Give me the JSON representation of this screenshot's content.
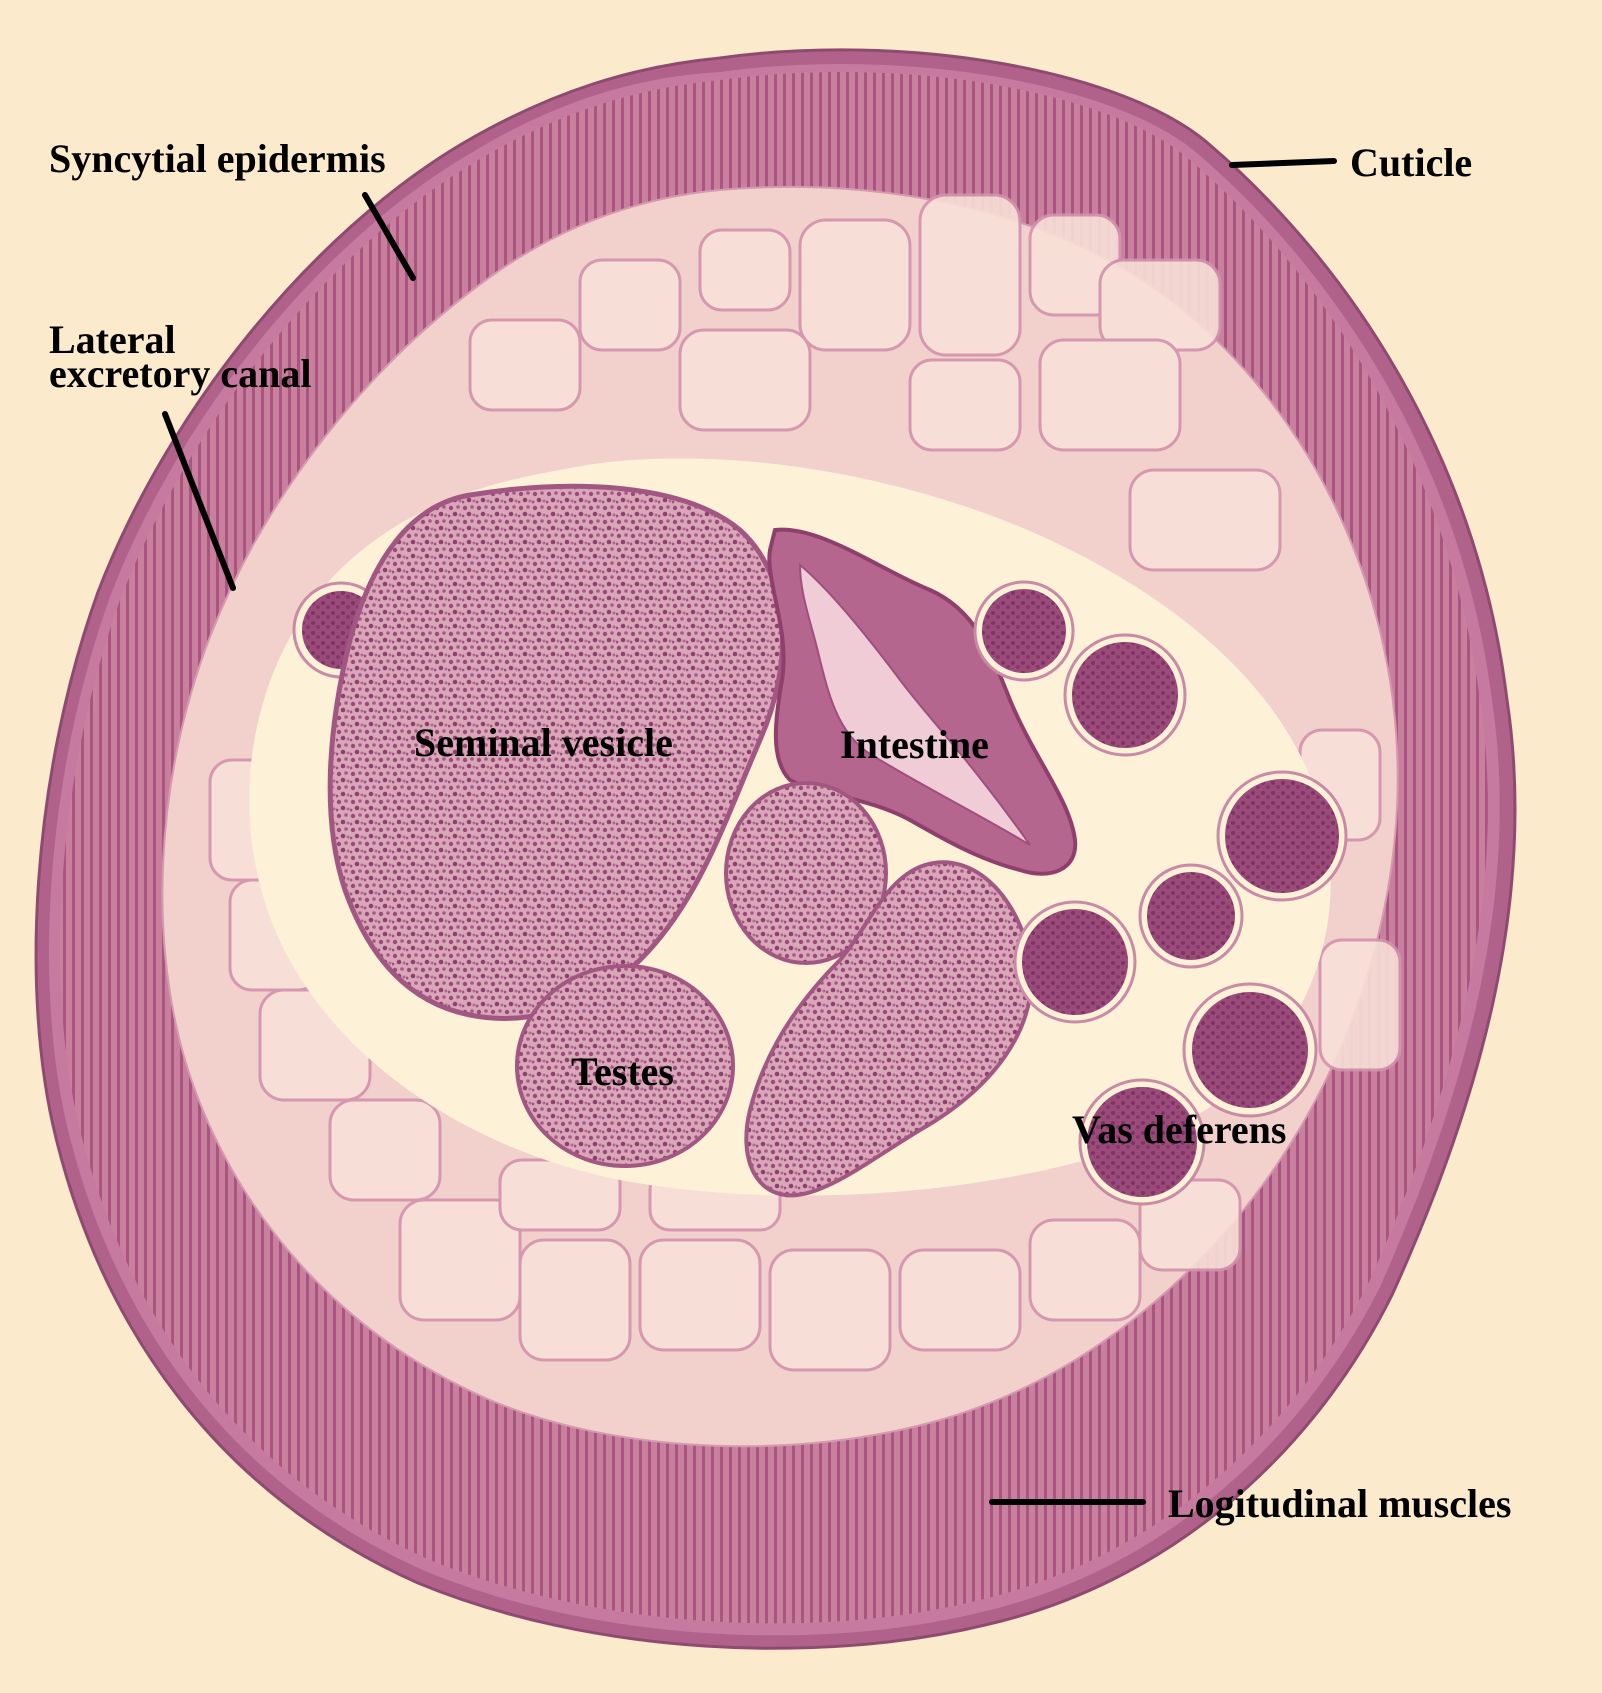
{
  "image": {
    "subject": "micrograph-cross-section",
    "colors": {
      "background": "#fbeacb",
      "cuticle": "#b0628a",
      "muscle": "#c5789c",
      "tissue": "#f3d5cf",
      "cavity": "#fdf0d6",
      "dense_tissue": "#94426f",
      "leader_line": "#000000"
    }
  },
  "labels": {
    "syncytial_epidermis": "Syncytial epidermis",
    "cuticle": "Cuticle",
    "lateral_excretory_canal": [
      "Lateral",
      "excretory canal"
    ],
    "seminal_vesicle": "Seminal vesicle",
    "intestine": "Intestine",
    "testes": "Testes",
    "vas_deferens": "Vas deferens",
    "longitudinal_muscles": "Logitudinal muscles"
  }
}
